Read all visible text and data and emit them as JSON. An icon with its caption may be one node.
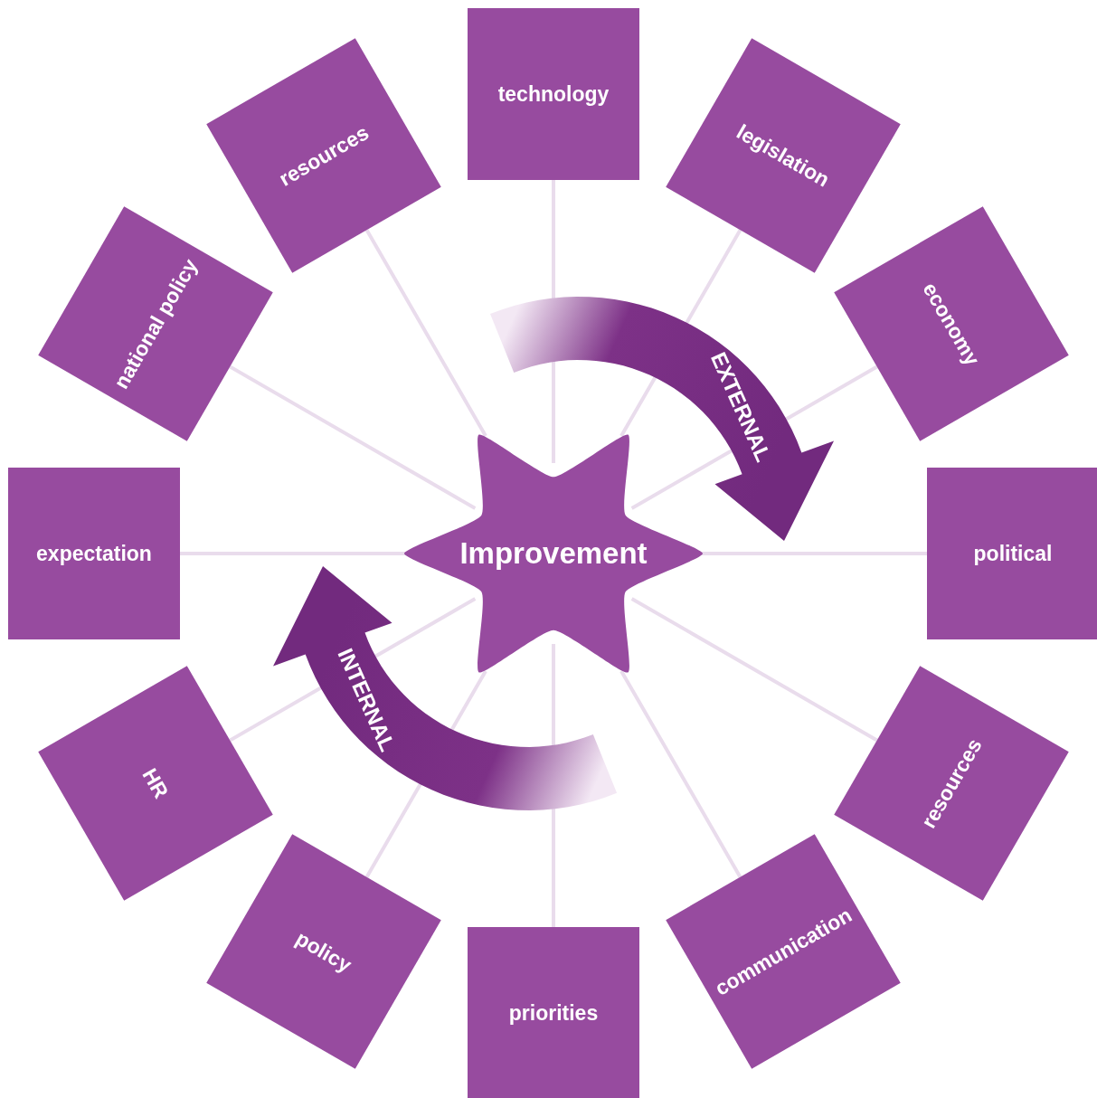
{
  "diagram": {
    "nodes": [
      {
        "text": [
          "Improvement"
        ]
      },
      {
        "text": [
          "technology"
        ]
      },
      {
        "text": [
          "legislation"
        ]
      },
      {
        "text": [
          "economy"
        ]
      },
      {
        "text": [
          "political"
        ]
      },
      {
        "text": [
          "resources"
        ]
      },
      {
        "text": [
          "communication"
        ]
      },
      {
        "text": [
          "priorities"
        ]
      },
      {
        "text": [
          "policy"
        ]
      },
      {
        "text": [
          "HR"
        ]
      },
      {
        "text": [
          "expectation"
        ]
      },
      {
        "text": [
          "national policy"
        ]
      },
      {
        "text": [
          "resources"
        ]
      }
    ],
    "labels": [
      "EXTERNAL",
      "INTERNAL"
    ],
    "edges": [
      {
        "from": 0,
        "to": 1,
        "arrow": "none"
      },
      {
        "from": 0,
        "to": 2,
        "arrow": "none"
      },
      {
        "from": 0,
        "to": 3,
        "arrow": "none"
      },
      {
        "from": 0,
        "to": 4,
        "arrow": "none"
      },
      {
        "from": 0,
        "to": 5,
        "arrow": "none"
      },
      {
        "from": 0,
        "to": 6,
        "arrow": "none"
      },
      {
        "from": 0,
        "to": 7,
        "arrow": "none"
      },
      {
        "from": 0,
        "to": 8,
        "arrow": "none"
      },
      {
        "from": 0,
        "to": 9,
        "arrow": "none"
      },
      {
        "from": 0,
        "to": 10,
        "arrow": "none"
      },
      {
        "from": 0,
        "to": 11,
        "arrow": "none"
      },
      {
        "from": 0,
        "to": 12,
        "arrow": "none"
      }
    ]
  }
}
